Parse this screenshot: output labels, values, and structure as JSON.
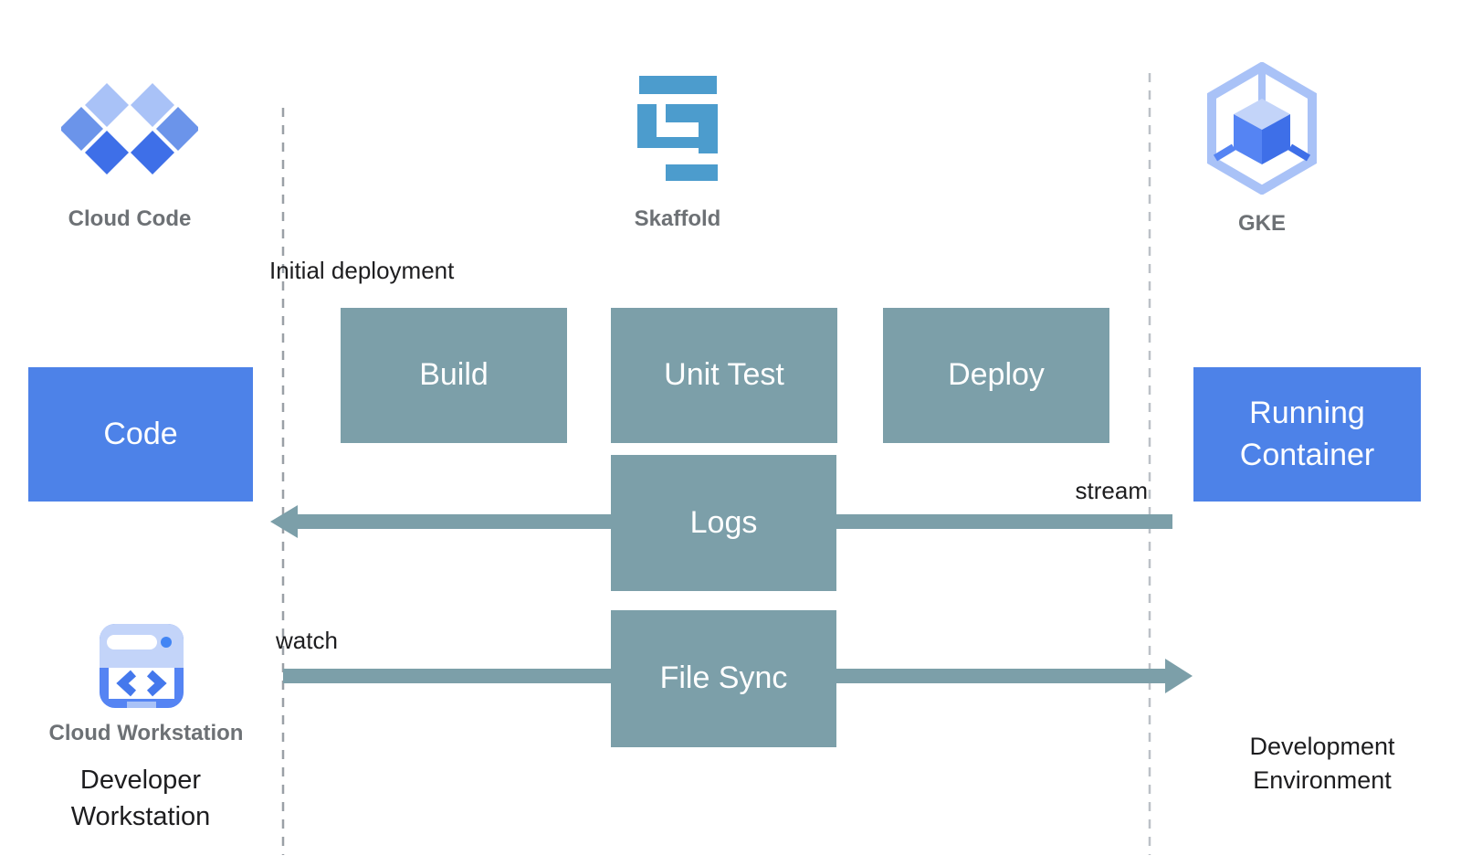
{
  "tools": {
    "cloud_code": "Cloud Code",
    "skaffold": "Skaffold",
    "gke": "GKE"
  },
  "nodes": {
    "code": "Code",
    "build": "Build",
    "unit_test": "Unit Test",
    "deploy": "Deploy",
    "logs": "Logs",
    "file_sync": "File Sync",
    "running_container": "Running Container"
  },
  "flow_labels": {
    "initial_deployment": "Initial deployment",
    "stream": "stream",
    "watch": "watch"
  },
  "environments": {
    "workstation_icon_label": "Cloud Workstation",
    "left": "Developer Workstation",
    "right": "Development Environment"
  },
  "colors": {
    "node_teal": "#7c9fa9",
    "node_blue": "#4d82e8",
    "arrow_teal": "#7c9fa9",
    "skaffold_blue": "#4c9ccd",
    "blue_100": "#c3d4f9",
    "blue_200": "#a9c2f7",
    "blue_300": "#6b94ea",
    "blue_400": "#5584f3",
    "blue_500": "#4478ec",
    "blue_600": "#3e6fe8",
    "dot_blue": "#4285f4",
    "label_gray": "#6d7175",
    "text_black": "#1d1d1f",
    "dash_gray_left": "#9aa0a6",
    "dash_gray_right": "#bcc1c7"
  }
}
